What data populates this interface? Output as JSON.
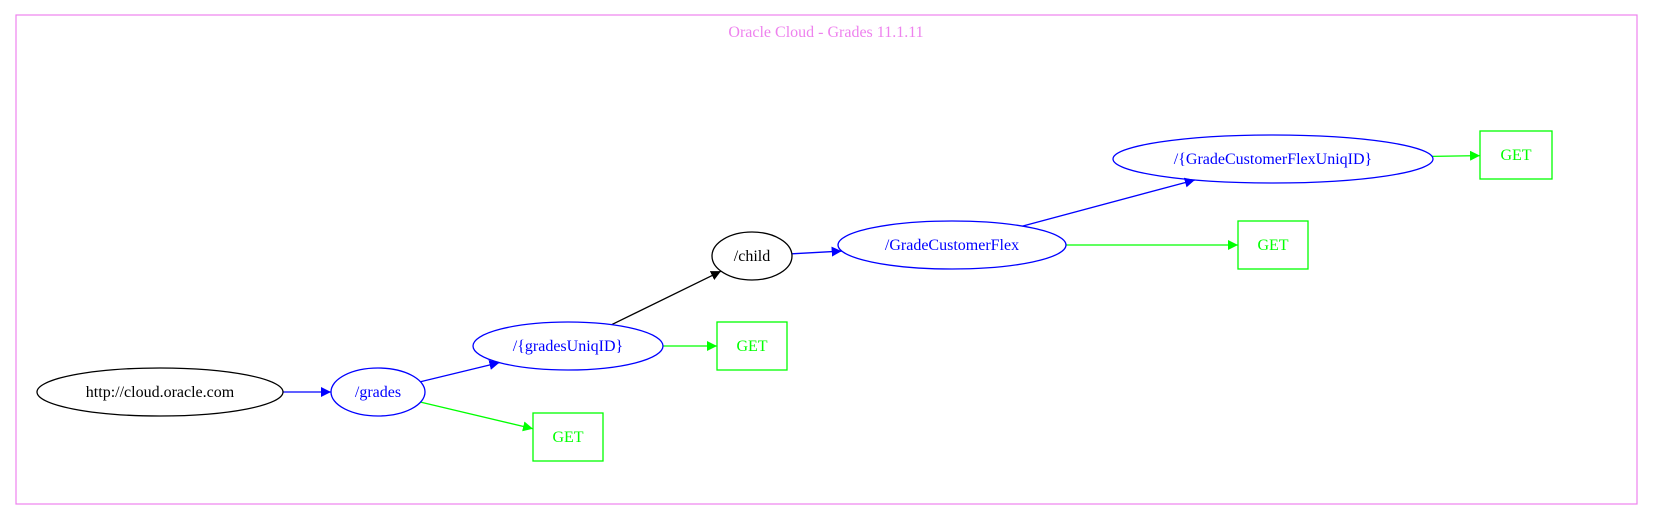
{
  "diagram": {
    "title": "Oracle Cloud - Grades 11.1.11",
    "nodes": [
      {
        "id": "root",
        "label": "http://cloud.oracle.com",
        "shape": "ellipse",
        "color": "#000000"
      },
      {
        "id": "grades",
        "label": "/grades",
        "shape": "ellipse",
        "color": "#0000ff"
      },
      {
        "id": "get_grades",
        "label": "GET",
        "shape": "box",
        "color": "#00ff00"
      },
      {
        "id": "gradesUniqID",
        "label": "/{gradesUniqID}",
        "shape": "ellipse",
        "color": "#0000ff"
      },
      {
        "id": "get_gradesUniqID",
        "label": "GET",
        "shape": "box",
        "color": "#00ff00"
      },
      {
        "id": "child",
        "label": "/child",
        "shape": "ellipse",
        "color": "#000000"
      },
      {
        "id": "flex",
        "label": "/GradeCustomerFlex",
        "shape": "ellipse",
        "color": "#0000ff"
      },
      {
        "id": "get_flex",
        "label": "GET",
        "shape": "box",
        "color": "#00ff00"
      },
      {
        "id": "flexUniqID",
        "label": "/{GradeCustomerFlexUniqID}",
        "shape": "ellipse",
        "color": "#0000ff"
      },
      {
        "id": "get_flexUniqID",
        "label": "GET",
        "shape": "box",
        "color": "#00ff00"
      }
    ],
    "edges": [
      {
        "from": "root",
        "to": "grades",
        "color": "#0000ff"
      },
      {
        "from": "grades",
        "to": "gradesUniqID",
        "color": "#0000ff"
      },
      {
        "from": "grades",
        "to": "get_grades",
        "color": "#00ff00"
      },
      {
        "from": "gradesUniqID",
        "to": "child",
        "color": "#000000"
      },
      {
        "from": "gradesUniqID",
        "to": "get_gradesUniqID",
        "color": "#00ff00"
      },
      {
        "from": "child",
        "to": "flex",
        "color": "#0000ff"
      },
      {
        "from": "flex",
        "to": "flexUniqID",
        "color": "#0000ff"
      },
      {
        "from": "flex",
        "to": "get_flex",
        "color": "#00ff00"
      },
      {
        "from": "flexUniqID",
        "to": "get_flexUniqID",
        "color": "#00ff00"
      }
    ],
    "colors": {
      "cluster_border": "#ee82ee",
      "title": "#ee82ee"
    }
  }
}
